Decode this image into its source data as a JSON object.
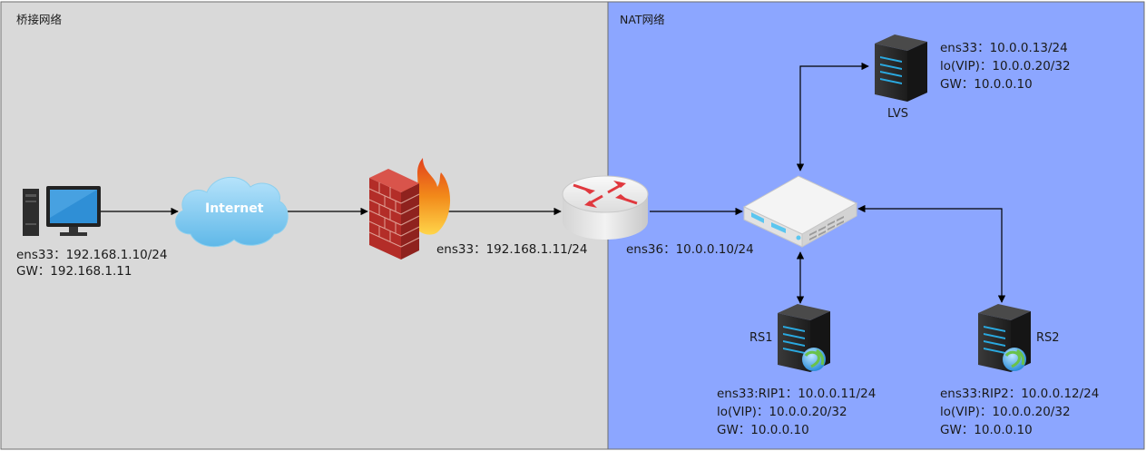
{
  "zones": {
    "bridge": {
      "title": "桥接网络",
      "fill": "#d9d9d9"
    },
    "nat": {
      "title": "NAT网络",
      "fill": "#8ca6ff"
    }
  },
  "client": {
    "ip": "ens33：192.168.1.10/24",
    "gw": "GW：192.168.1.11"
  },
  "cloud": {
    "label": "Internet"
  },
  "router": {
    "outer_ip": "ens33：192.168.1.11/24",
    "inner_ip": "ens36：10.0.0.10/24"
  },
  "lvs": {
    "name": "LVS",
    "ip": "ens33：10.0.0.13/24",
    "vip": "lo(VIP)：10.0.0.20/32",
    "gw": "GW：10.0.0.10"
  },
  "rs1": {
    "name": "RS1",
    "ip": "ens33:RIP1：10.0.0.11/24",
    "vip": "lo(VIP)：10.0.0.20/32",
    "gw": "GW：10.0.0.10"
  },
  "rs2": {
    "name": "RS2",
    "ip": "ens33:RIP2：10.0.0.12/24",
    "vip": "lo(VIP)：10.0.0.20/32",
    "gw": "GW：10.0.0.10"
  },
  "colors": {
    "line": "#000000",
    "server_body": "#2b2b2b",
    "server_led": "#2aa9e0",
    "firewall_brick": "#c8362f",
    "flame": "#f28a1a",
    "cloud": "#8fd0f2",
    "router": "#e8e8e8",
    "router_arrow": "#e0383e"
  }
}
